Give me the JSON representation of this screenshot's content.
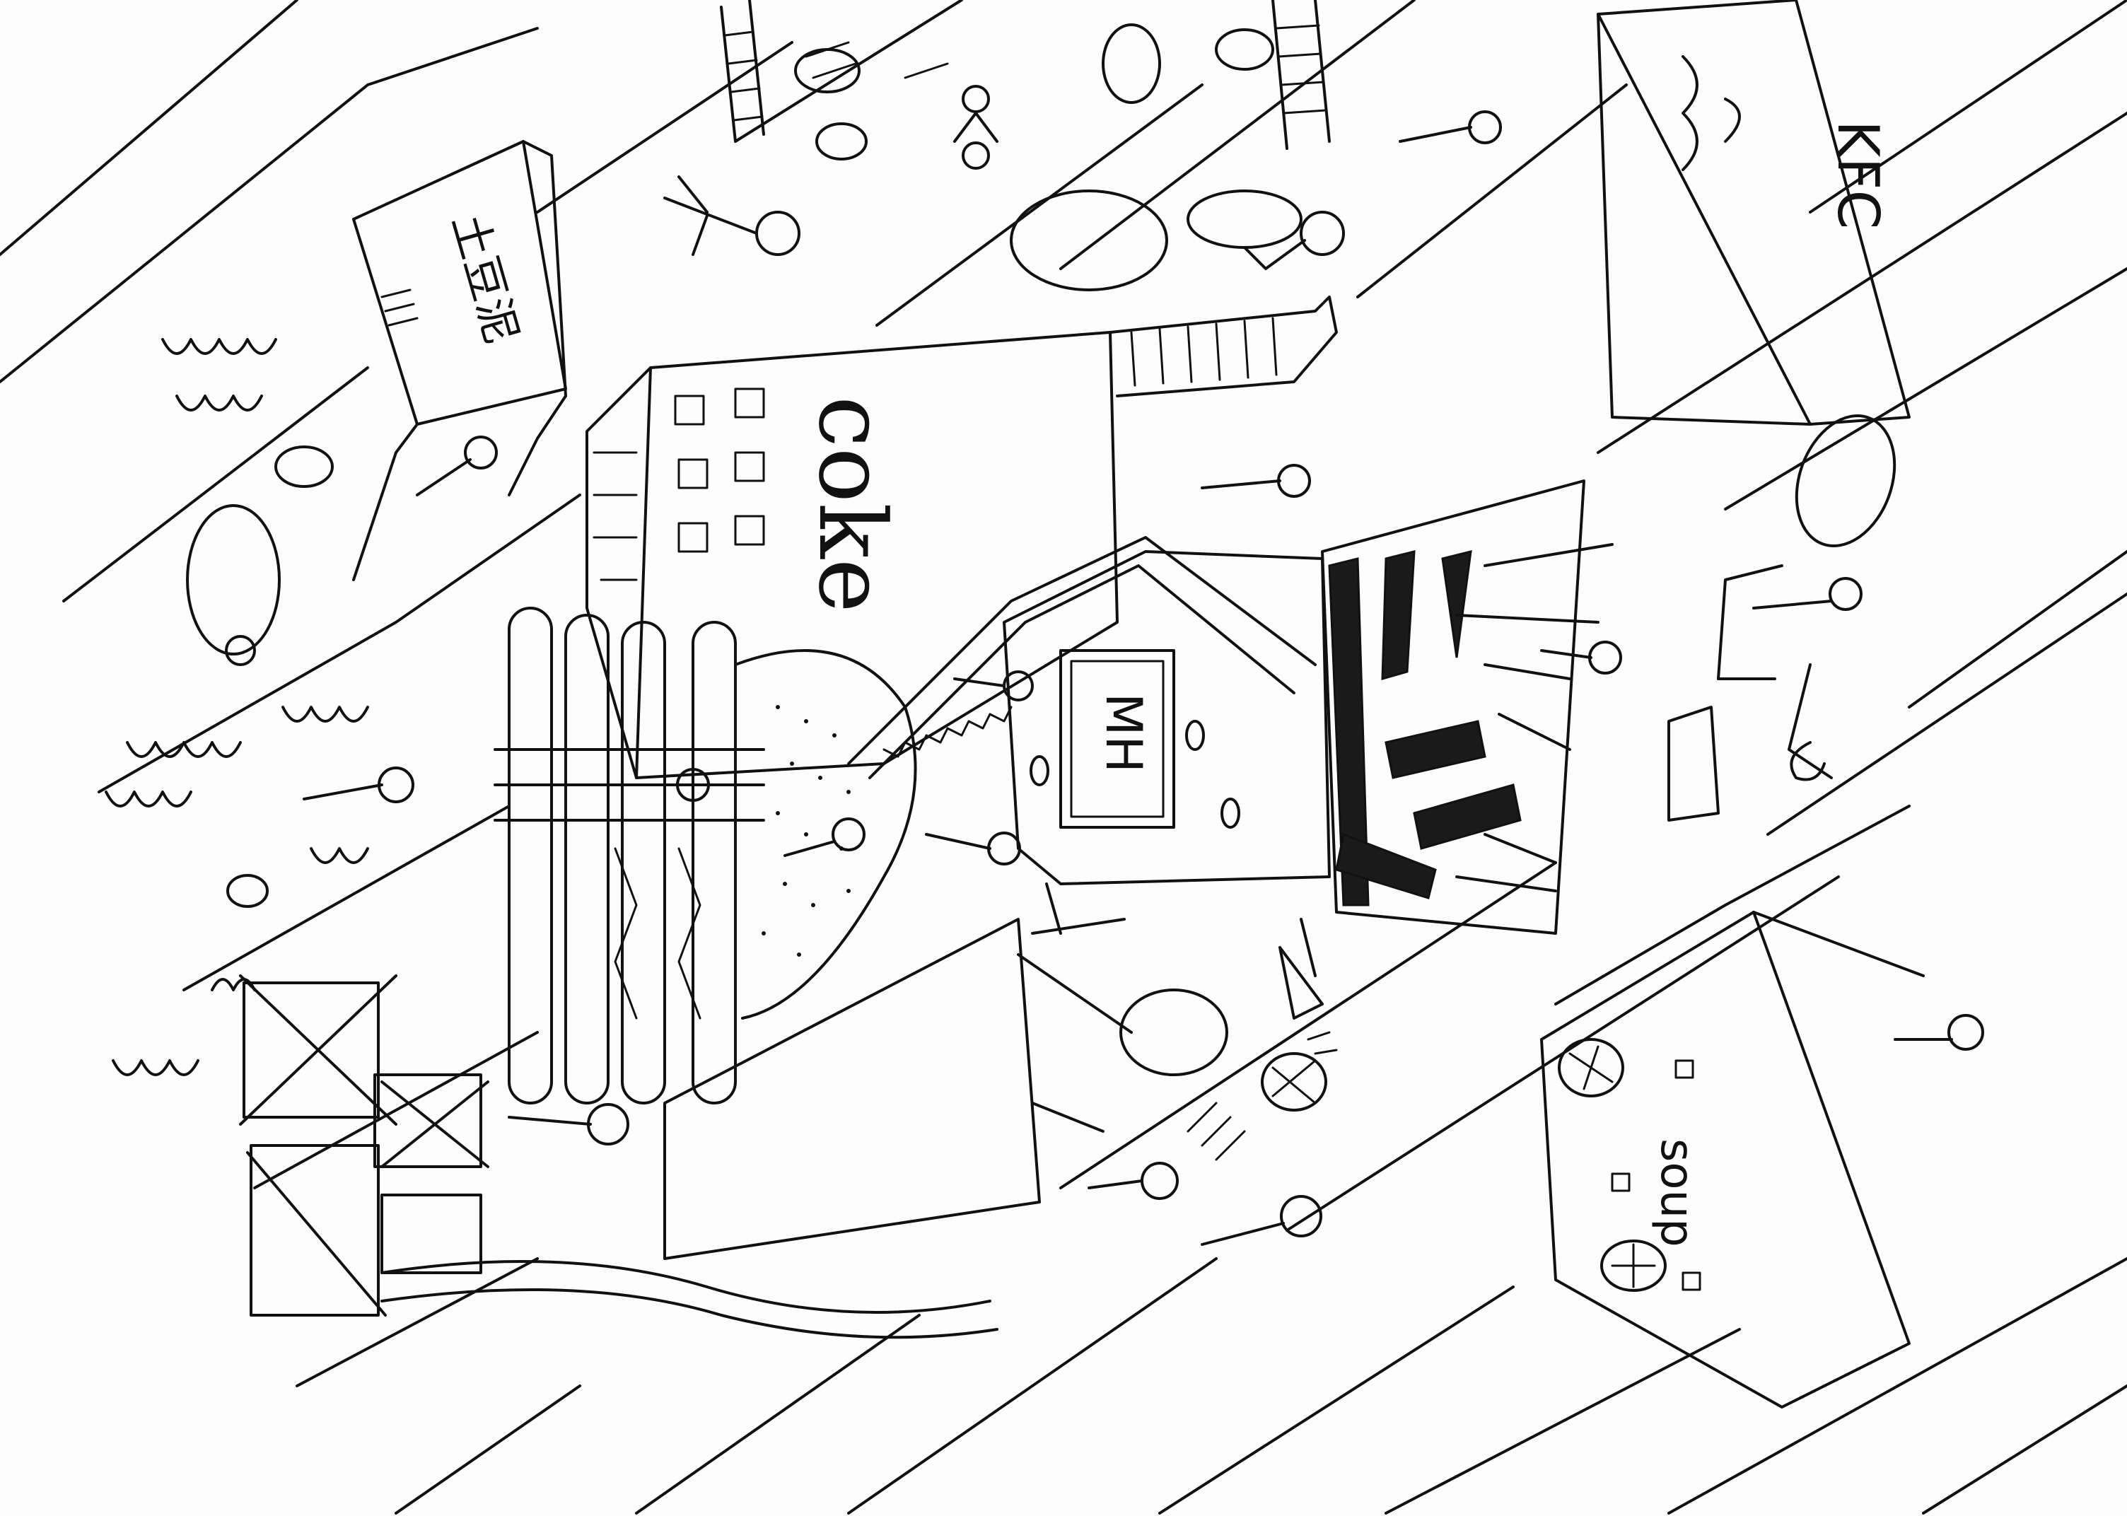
{
  "signs": {
    "kfc": "KFC",
    "mashed_potato": "土豆泥",
    "coke": "coke",
    "soup": "soup",
    "mall_sign": "MH"
  },
  "colors": {
    "ink": "#111111",
    "paper": "#fdfdfd",
    "dark_fill": "#1a1a1a"
  }
}
